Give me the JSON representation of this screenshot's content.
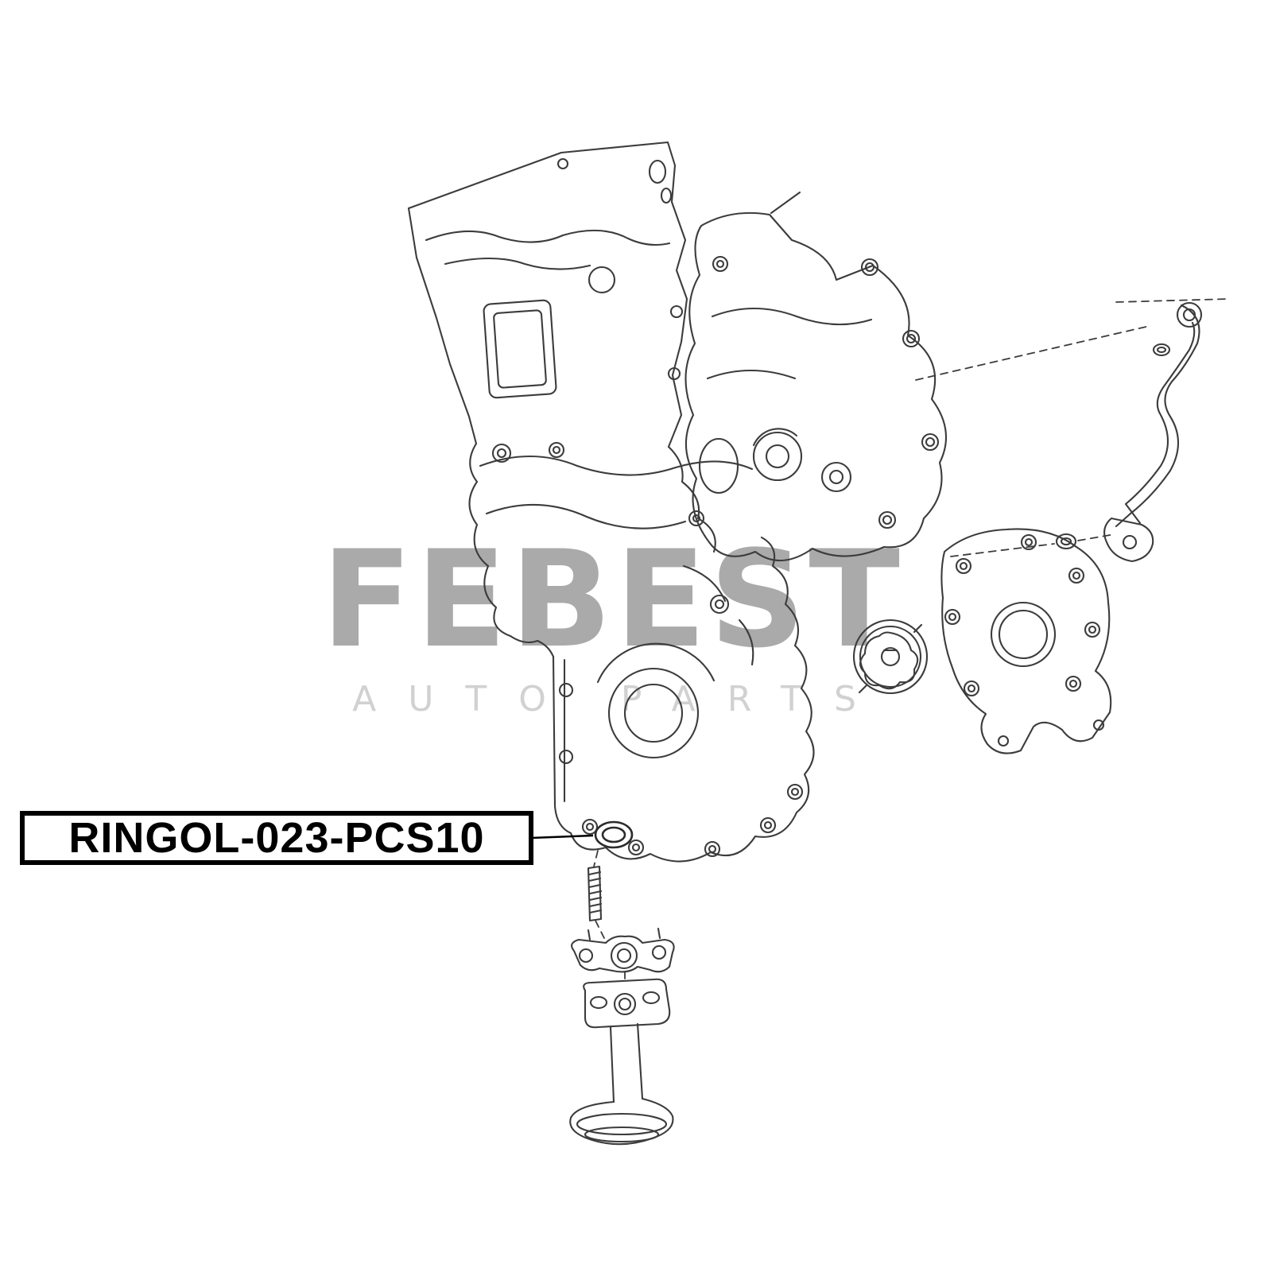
{
  "watermark": {
    "brand": "FEBEST",
    "subtitle": "AUTO PARTS",
    "brand_color": "#9c9c9c",
    "subtitle_color": "#cfcfcf"
  },
  "callout": {
    "part_number": "RINGOL-023-PCS10",
    "box_border_color": "#000000"
  },
  "diagram": {
    "line_color": "#3c3c3c",
    "description": "Exploded parts diagram: engine timing chain cover, oil pump housing, pump rotor, pump cover plate, oil pickup pipe, gasket, stud and oil strainer; the callout arrow points to the O-ring seal",
    "parts": [
      "timing-chain-cover",
      "oil-pump-housing",
      "oil-pump-rotor",
      "oil-pump-cover",
      "oil-pickup-pipe",
      "gasket",
      "o-ring",
      "stud-bolt",
      "oil-strainer"
    ]
  }
}
